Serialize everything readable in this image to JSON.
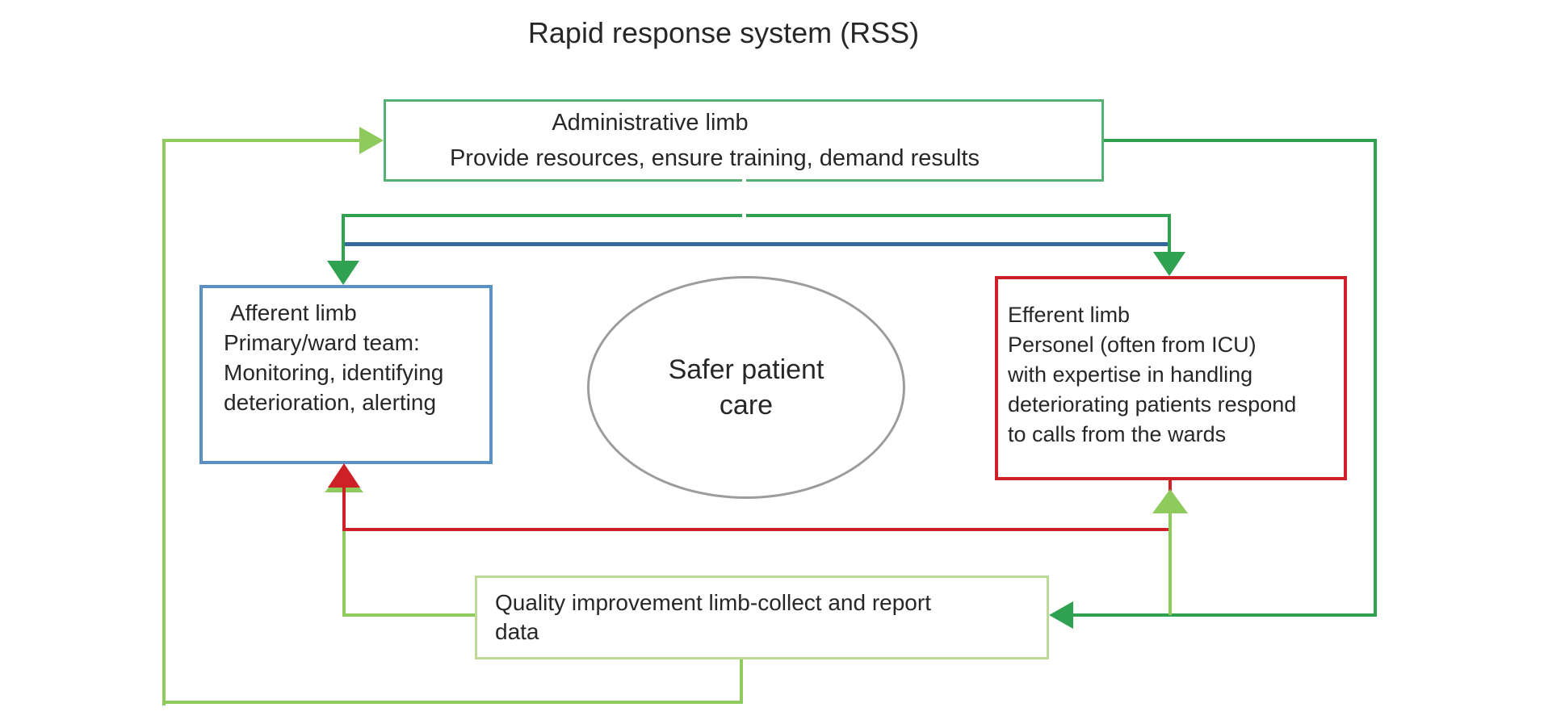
{
  "title": "Rapid response system (RSS)",
  "boxes": {
    "administrative": {
      "line1": "Administrative limb",
      "line2": "Provide resources, ensure training, demand results"
    },
    "afferent": {
      "lines": [
        "Afferent limb",
        "Primary/ward team:",
        "Monitoring, identifying",
        "deterioration, alerting"
      ]
    },
    "efferent": {
      "lines": [
        "Efferent limb",
        "Personel (often from ICU)",
        "with expertise in handling",
        "deteriorating patients respond",
        "to calls from the wards"
      ]
    },
    "quality": {
      "lines": [
        "Quality improvement limb-collect and report",
        "data"
      ]
    },
    "center": {
      "lines": [
        "Safer patient",
        "care"
      ]
    }
  },
  "colors": {
    "light_green": "#8fca5c",
    "green": "#2fa150",
    "admin_border": "#54b173",
    "quality_border": "#bed996",
    "afferent_border": "#5b90c5",
    "blue_line": "#34689f",
    "red": "#ce2127",
    "ellipse_gray": "#9c9c9c",
    "text": "#272727",
    "background": "#ffffff"
  }
}
